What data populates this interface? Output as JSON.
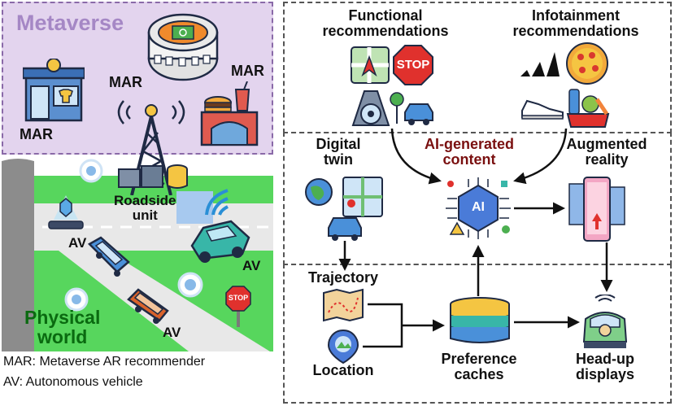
{
  "left": {
    "metaverse_title": "Metaverse",
    "mar_label_1": "MAR",
    "mar_label_2": "MAR",
    "mar_label_3": "MAR",
    "roadside_unit": "Roadside\nunit",
    "av_label_1": "AV",
    "av_label_2": "AV",
    "av_label_3": "AV",
    "physical_world": "Physical\nworld",
    "stop_sign_text": "STOP",
    "legend_mar": "MAR: Metaverse AR recommender",
    "legend_av": "AV: Autonomous vehicle"
  },
  "right": {
    "functional": "Functional\nrecommendations",
    "infotainment": "Infotainment\nrecommendations",
    "stop_text": "STOP",
    "digital_twin": "Digital\ntwin",
    "ai_content": "AI-generated\ncontent",
    "ai_chip_text": "AI",
    "augmented_reality": "Augmented\nreality",
    "trajectory": "Trajectory",
    "location": "Location",
    "preference_caches": "Preference\ncaches",
    "head_up_displays": "Head-up\ndisplays"
  },
  "colors": {
    "metaverse_bg": "#e3d4ee",
    "metaverse_title": "#a587c5",
    "ai_content": "#7a1010",
    "world_green": "#55d65a",
    "physical_world_text": "#0a6a10"
  }
}
